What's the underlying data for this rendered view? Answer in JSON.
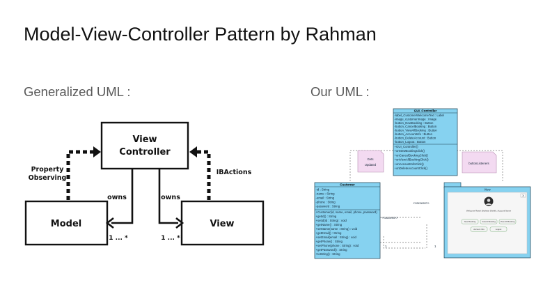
{
  "title": "Model-View-Controller Pattern by Rahman",
  "left_heading": "Generalized UML :",
  "right_heading": "Our UML :",
  "generalized": {
    "view_controller_line1": "View",
    "view_controller_line2": "Controller",
    "model": "Model",
    "view": "View",
    "property_line1": "Property",
    "property_line2": "Observing",
    "ibactions": "IBActions",
    "owns_left": "owns",
    "owns_right": "owns",
    "mult_left": "1 ... *",
    "mult_right": "1 ... *"
  },
  "our_uml": {
    "controller": {
      "name": "GUI_Controller",
      "attributes": [
        "-label_CustomerWelcomeText : Label",
        "-image_customerImage : Image",
        "-button_NewBooking : Button",
        "-button_CancelBooking : Button",
        "-button_ViewAllBooking : Button",
        "-button_AccountInfo : Button",
        "-button_DeleteAccount : Button",
        "-button_Logout : Button"
      ],
      "methods": [
        "+GUI_Controller()",
        "+onNewBookingClick()",
        "+onCancelBookingClick()",
        "+onViewAllBookingClick()",
        "+onAccountInfoClick()",
        "+onDeleteAccountClick()"
      ]
    },
    "customer": {
      "name": "Customer",
      "attributes": [
        "-id : String",
        "-name : String",
        "-email : String",
        "-phone : String",
        "-password : String"
      ],
      "methods": [
        "+Customer(id, name, email, phone, password)",
        "+getId() : String",
        "+setId(id : String) : void",
        "+getName() : String",
        "+setName(name : String) : void",
        "+getEmail() : String",
        "+setEmail(email : String) : void",
        "+getPhone() : String",
        "+setPhone(phone : String) : void",
        "+getPassword() : String",
        "+toString() : String"
      ]
    },
    "view": {
      "name": "View",
      "close": "x",
      "welcome_text": "Welcome Rasel Shahriar Sheikh, Account Name",
      "buttons_row1": [
        "New Booking",
        "Cancel Booking",
        "View All Booking"
      ],
      "buttons_row2": [
        "Account Info",
        "Logout"
      ]
    },
    "note_left_line1": "Gets",
    "note_left_line2": "Updated",
    "note_right": "buttonListeners",
    "access_left": "<<access>>",
    "access_right": "<<access>>",
    "mult_left": "1",
    "mult_right": "1"
  }
}
